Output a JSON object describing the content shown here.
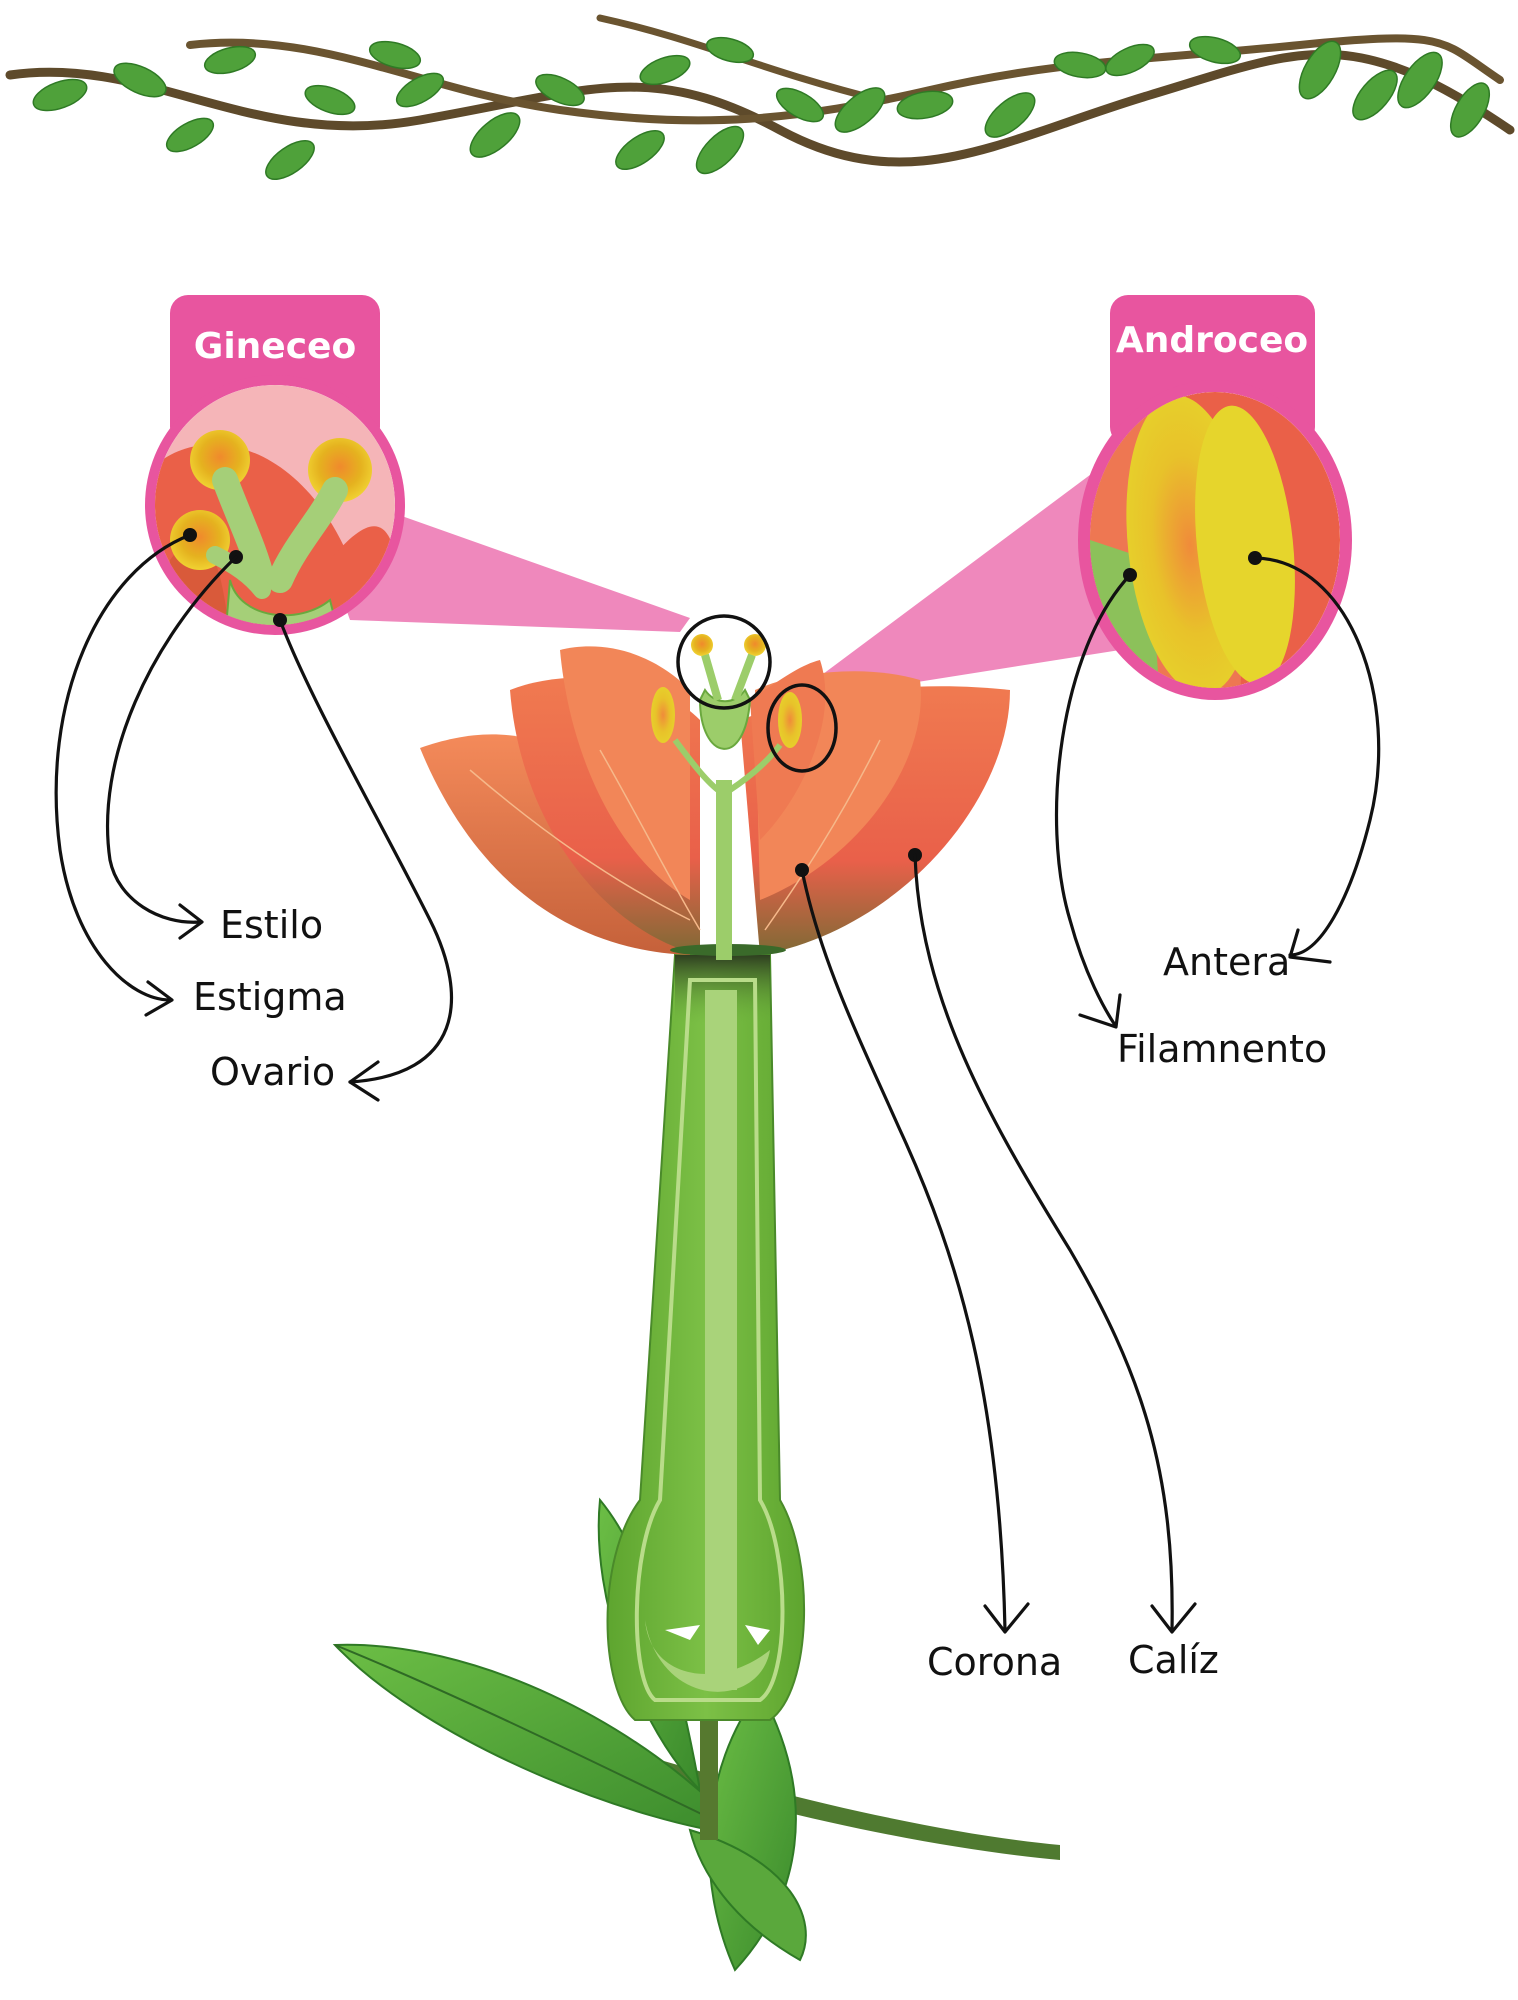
{
  "diagram": {
    "callouts": {
      "gynoecium_title": "Gineceo",
      "androecium_title": "Androceo"
    },
    "labels": {
      "style": "Estilo",
      "stigma": "Estigma",
      "ovary": "Ovario",
      "anther": "Antera",
      "filament": "Filamnento",
      "corolla": "Corona",
      "calyx": "Calíz"
    },
    "colors": {
      "callout_pink": "#e8559f",
      "petal_orange": "#f0734e",
      "stem_green": "#6fb23e",
      "leaf_green": "#4fa13a",
      "branch_brown": "#5e4a2b",
      "anther_yellow": "#f0cf29"
    }
  }
}
